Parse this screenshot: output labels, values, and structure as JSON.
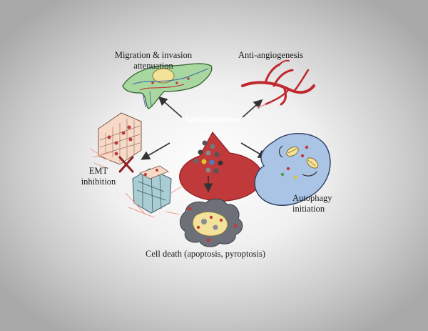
{
  "hub": {
    "label": "Antihistamines",
    "color": "#c0393b"
  },
  "effects": {
    "migration": {
      "line1": "Migration & invasion",
      "line2": "attenuation"
    },
    "angiogenesis": {
      "label": "Anti-angiogenesis"
    },
    "emt": {
      "line1": "EMT",
      "line2": "inhibition"
    },
    "autophagy": {
      "line1": "Autophagy",
      "line2": "initiation"
    },
    "cell_death": {
      "label": "Cell death (apoptosis, pyroptosis)"
    }
  },
  "colors": {
    "cell_green": "#a8d8a0",
    "vessel_red": "#c0282d",
    "autophagy_blue": "#a9c4e4",
    "dead_cell_gray": "#6e7079",
    "dead_cell_core": "#f3e29a",
    "epithelial_peach": "#f7d9c8",
    "mesenchymal_teal": "#a9cdd2"
  }
}
